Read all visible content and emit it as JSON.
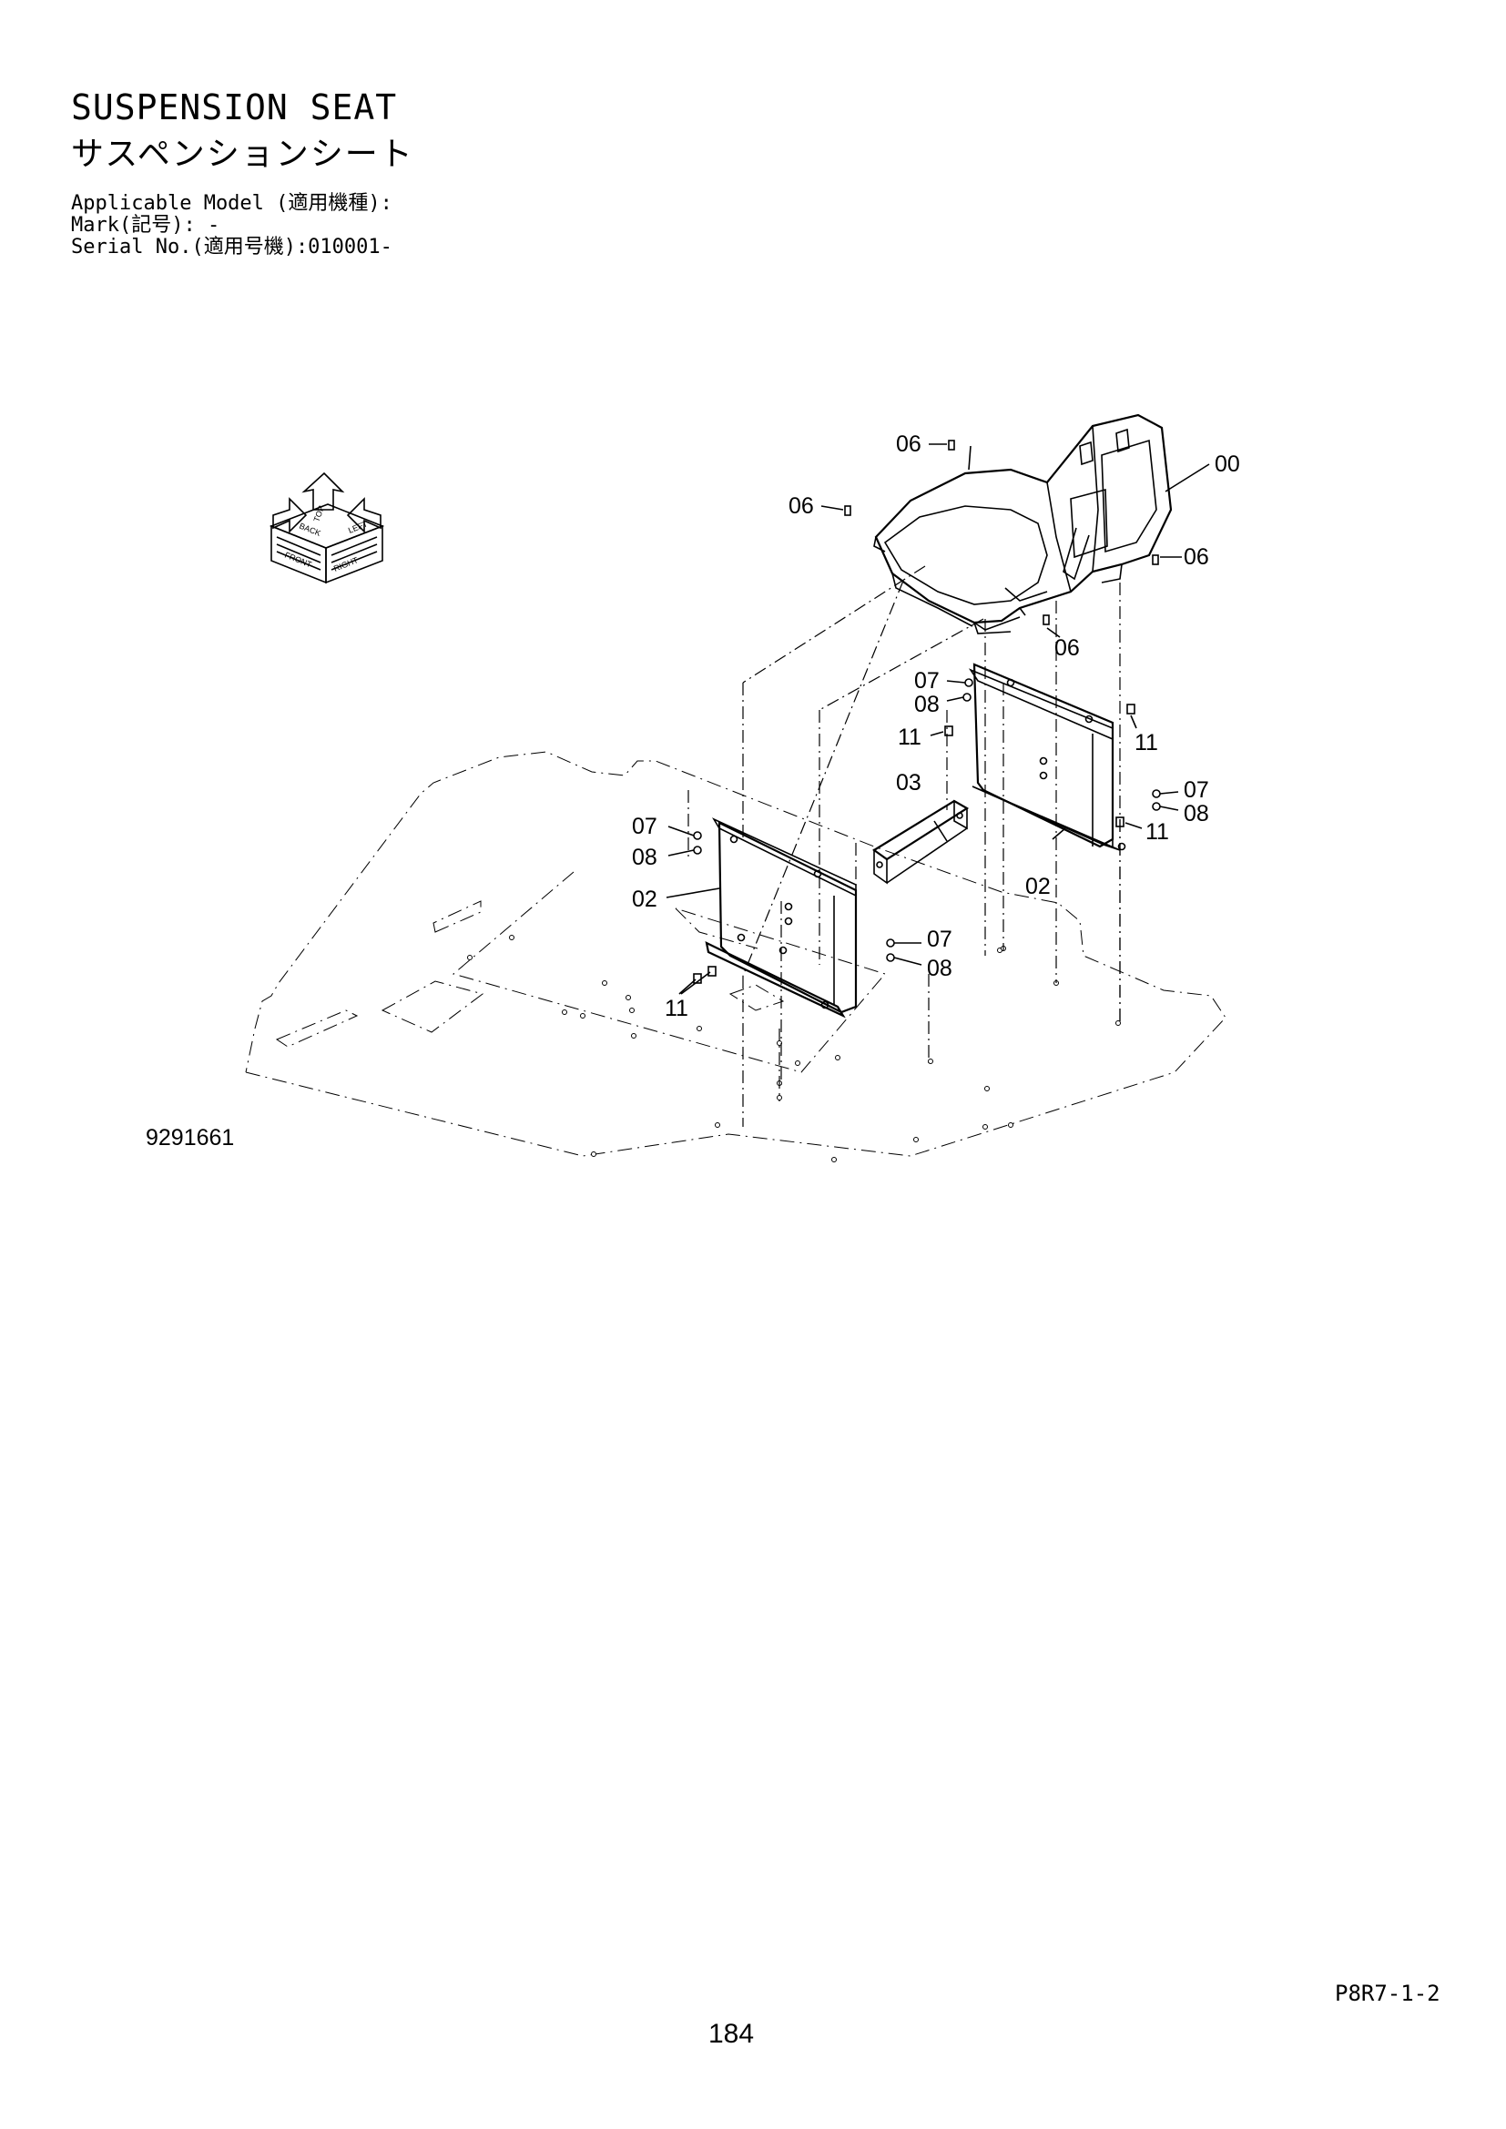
{
  "header": {
    "title_en": "SUSPENSION SEAT",
    "title_jp": "サスペンションシート",
    "applicable_model": "Applicable Model (適用機種):",
    "mark": "Mark(記号): -",
    "serial": "Serial No.(適用号機):010001-"
  },
  "figure_number": "9291661",
  "page_code": "P8R7-1-2",
  "page_number": "184",
  "orientation": {
    "front": "FRONT",
    "right": "RIGHT",
    "top": "TOP",
    "back": "BACK",
    "left": "LEFT"
  },
  "callouts": [
    "00",
    "02",
    "03",
    "06",
    "07",
    "08",
    "11"
  ]
}
